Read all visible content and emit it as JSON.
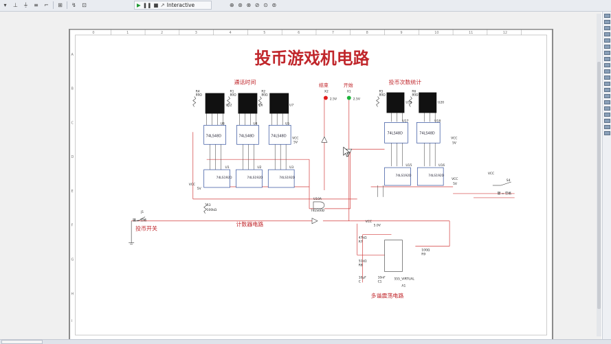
{
  "toolbar": {
    "sim_mode": "Interactive",
    "play_icon": "play-icon",
    "pause_icon": "pause-icon",
    "stop_icon": "stop-icon"
  },
  "sheet": {
    "title": "投币游戏机电路",
    "col_labels": [
      "0",
      "1",
      "2",
      "3",
      "4",
      "5",
      "6",
      "7",
      "8",
      "9",
      "10",
      "11",
      "12"
    ],
    "row_labels": [
      "A",
      "B",
      "C",
      "D",
      "E",
      "F",
      "G",
      "H",
      "I"
    ],
    "labels": {
      "call_time": "通话时间",
      "end": "结束",
      "start": "开始",
      "coin_count": "投币次数统计",
      "counter_circuit": "计数器电路",
      "coin_switch": "投币开关",
      "multivibrator": "多谐震荡电路",
      "key_a": "键 = 空格",
      "key_b": "键 = 空格"
    },
    "components": {
      "r4": "R4",
      "r4v": "80Ω",
      "r1": "R1",
      "r1v": "80Ω",
      "r2": "R2",
      "r2v": "80Ω",
      "r5": "R5",
      "r5v": "80Ω",
      "r6": "R6",
      "r6v": "80Ω",
      "u12": "U12",
      "u6": "U6",
      "u7": "U7",
      "u19": "U19",
      "u20": "U20",
      "u8": "U8",
      "u4": "U4",
      "u5": "U5",
      "u17": "U17",
      "u18": "U18",
      "u1": "U1",
      "u2": "U2",
      "u3": "U3",
      "u15": "U15",
      "u16": "U16",
      "ls48": "74LS48D",
      "ls192": "74LS192D",
      "x2": "X2",
      "x1": "X1",
      "x2v": "2.5V",
      "x1v": "2.5V",
      "u10a": "U10A",
      "u10t": "74LS00D",
      "vcc": "VCC",
      "v5": "5V",
      "v50": "5.0V",
      "j1": "J1",
      "s4": "S4",
      "r3": "R3",
      "r3v": "100kΩ",
      "r7": "R7",
      "r7v": "47kΩ",
      "r8": "R8",
      "r8v": "51kΩ",
      "r9": "R9",
      "r9v": "100Ω",
      "c1": "C1",
      "c1v": "10nF",
      "c2": "C",
      "c2v": "10μF",
      "u555": "555_VIRTUAL",
      "a1": "A1"
    }
  }
}
